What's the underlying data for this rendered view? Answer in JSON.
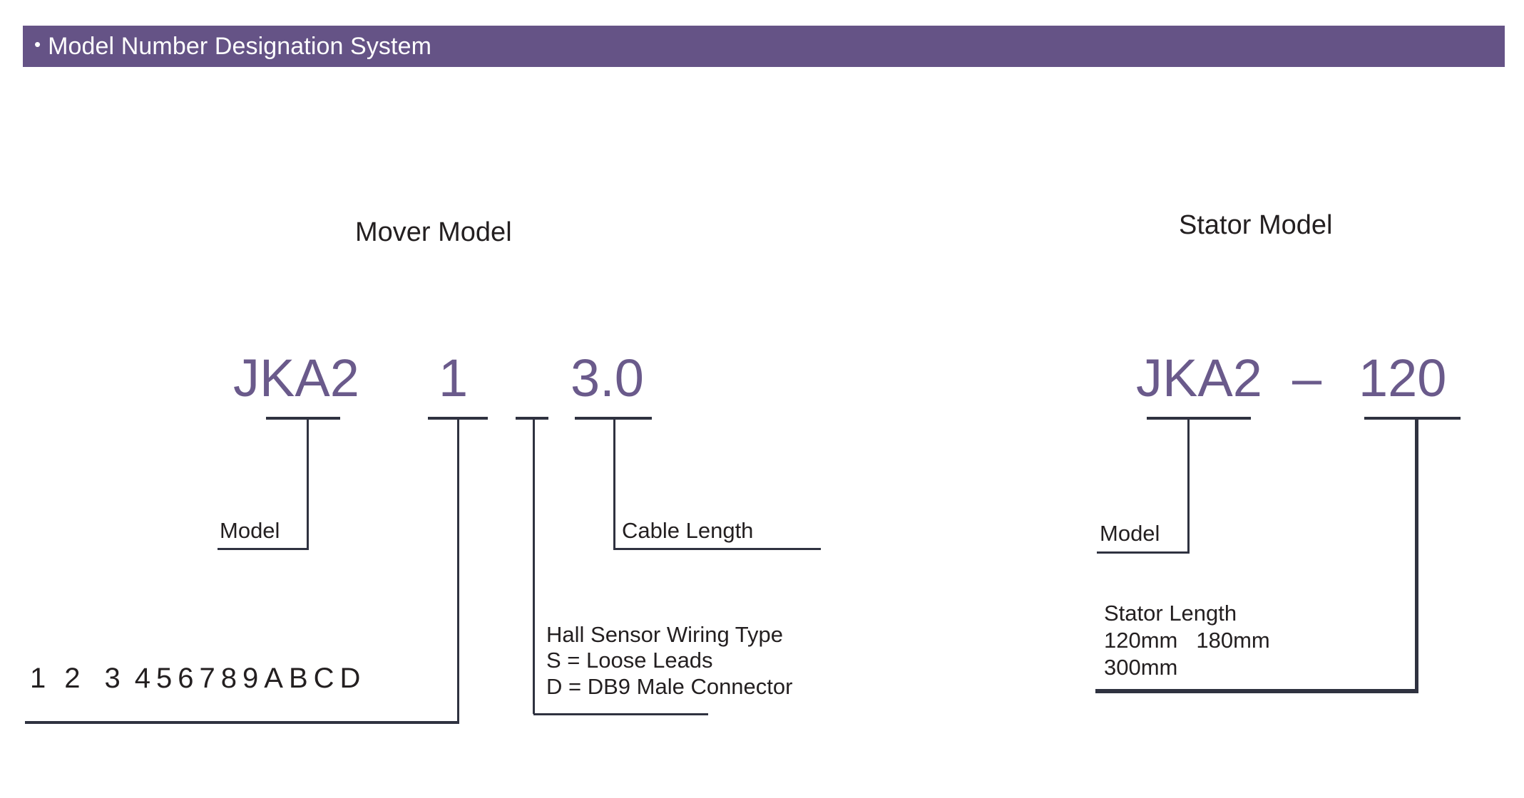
{
  "header": {
    "bullet": "•",
    "title": "Model Number Designation System"
  },
  "mover": {
    "heading": "Mover Model",
    "code": {
      "model": "JKA2",
      "hall": "1",
      "cable": "3.0"
    },
    "callouts": {
      "model_label": "Model",
      "cable_label": "Cable Length",
      "hall_label": "Hall Sensor Wiring Type",
      "hall_option_s": "S = Loose Leads",
      "hall_option_d": "D = DB9 Male Connector"
    },
    "legend": [
      "1",
      "2",
      "3",
      "4",
      "5",
      "6",
      "7",
      "8",
      "9",
      "A",
      "B",
      "C",
      "D"
    ]
  },
  "stator": {
    "heading": "Stator Model",
    "code": {
      "model": "JKA2",
      "dash": "–",
      "length": "120"
    },
    "callouts": {
      "model_label": "Model",
      "length_label": "Stator Length",
      "length_value_1": "120mm",
      "length_value_2": "180mm",
      "length_value_3": "300mm"
    }
  },
  "colors": {
    "header_band": "#655386",
    "code_purple": "#6a5a8b",
    "rule": "#2f3240",
    "text": "#231f20",
    "background": "#ffffff"
  }
}
